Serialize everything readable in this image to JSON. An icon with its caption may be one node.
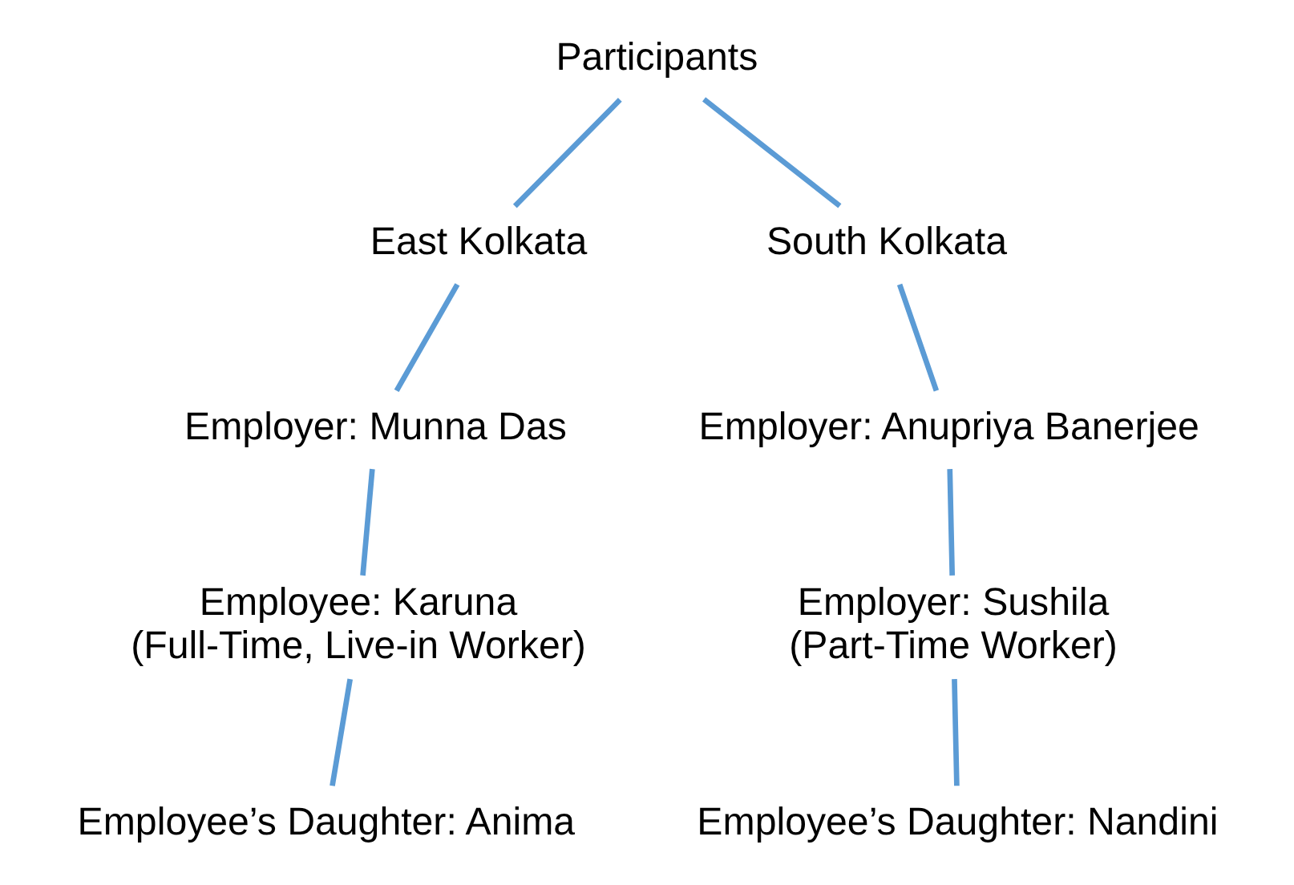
{
  "diagram": {
    "nodes": [
      {
        "text": [
          "Participants"
        ]
      },
      {
        "text": [
          "East Kolkata"
        ]
      },
      {
        "text": [
          "South Kolkata"
        ]
      },
      {
        "text": [
          "Employer: Munna Das"
        ]
      },
      {
        "text": [
          "Employer: Anupriya Banerjee"
        ]
      },
      {
        "text": [
          "Employee: Karuna (Full-Time, Live-in Worker)"
        ]
      },
      {
        "text": [
          "Employer: Sushila (Part-Time Worker)"
        ]
      },
      {
        "text": [
          "Employee’s Daughter: Anima"
        ]
      },
      {
        "text": [
          "Employee’s Daughter: Nandini"
        ]
      }
    ],
    "edges": [
      {
        "from": 0,
        "to": 1,
        "arrow": "none"
      },
      {
        "from": 0,
        "to": 2,
        "arrow": "none"
      },
      {
        "from": 1,
        "to": 3,
        "arrow": "none"
      },
      {
        "from": 2,
        "to": 4,
        "arrow": "none"
      },
      {
        "from": 3,
        "to": 5,
        "arrow": "none"
      },
      {
        "from": 4,
        "to": 6,
        "arrow": "none"
      },
      {
        "from": 5,
        "to": 7,
        "arrow": "none"
      },
      {
        "from": 6,
        "to": 8,
        "arrow": "none"
      }
    ]
  }
}
